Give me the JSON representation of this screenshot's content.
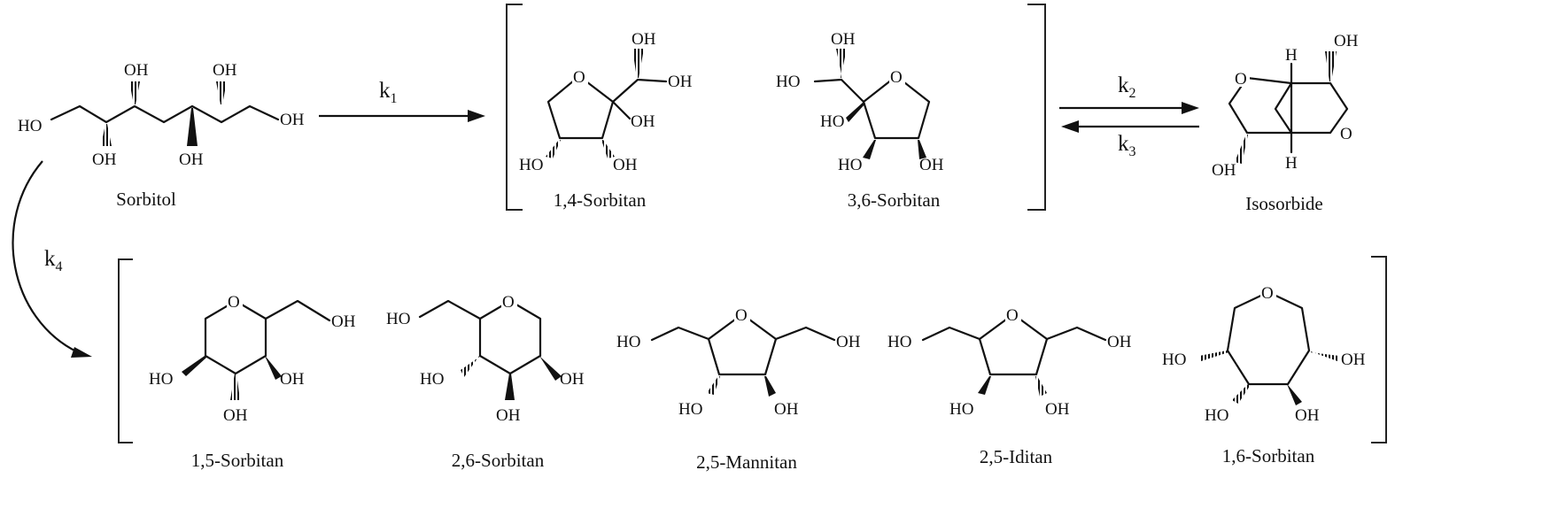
{
  "atoms": {
    "hydroxyl": "OH",
    "hydroxyl_left": "HO",
    "ring_oxygen": "O",
    "hydrogen": "H"
  },
  "rate_constants": [
    {
      "letter": "k",
      "subscript": "1"
    },
    {
      "letter": "k",
      "subscript": "2"
    },
    {
      "letter": "k",
      "subscript": "3"
    },
    {
      "letter": "k",
      "subscript": "4"
    }
  ],
  "compounds": {
    "sorbitol": "Sorbitol",
    "sorbitan_1_4": "1,4-Sorbitan",
    "sorbitan_3_6": "3,6-Sorbitan",
    "isosorbide": "Isosorbide",
    "sorbitan_1_5": "1,5-Sorbitan",
    "sorbitan_2_6": "2,6-Sorbitan",
    "mannitan_2_5": "2,5-Mannitan",
    "iditan_2_5": "2,5-Iditan",
    "sorbitan_1_6": "1,6-Sorbitan"
  },
  "colors": {
    "ink": "#111111",
    "background": "#ffffff"
  }
}
